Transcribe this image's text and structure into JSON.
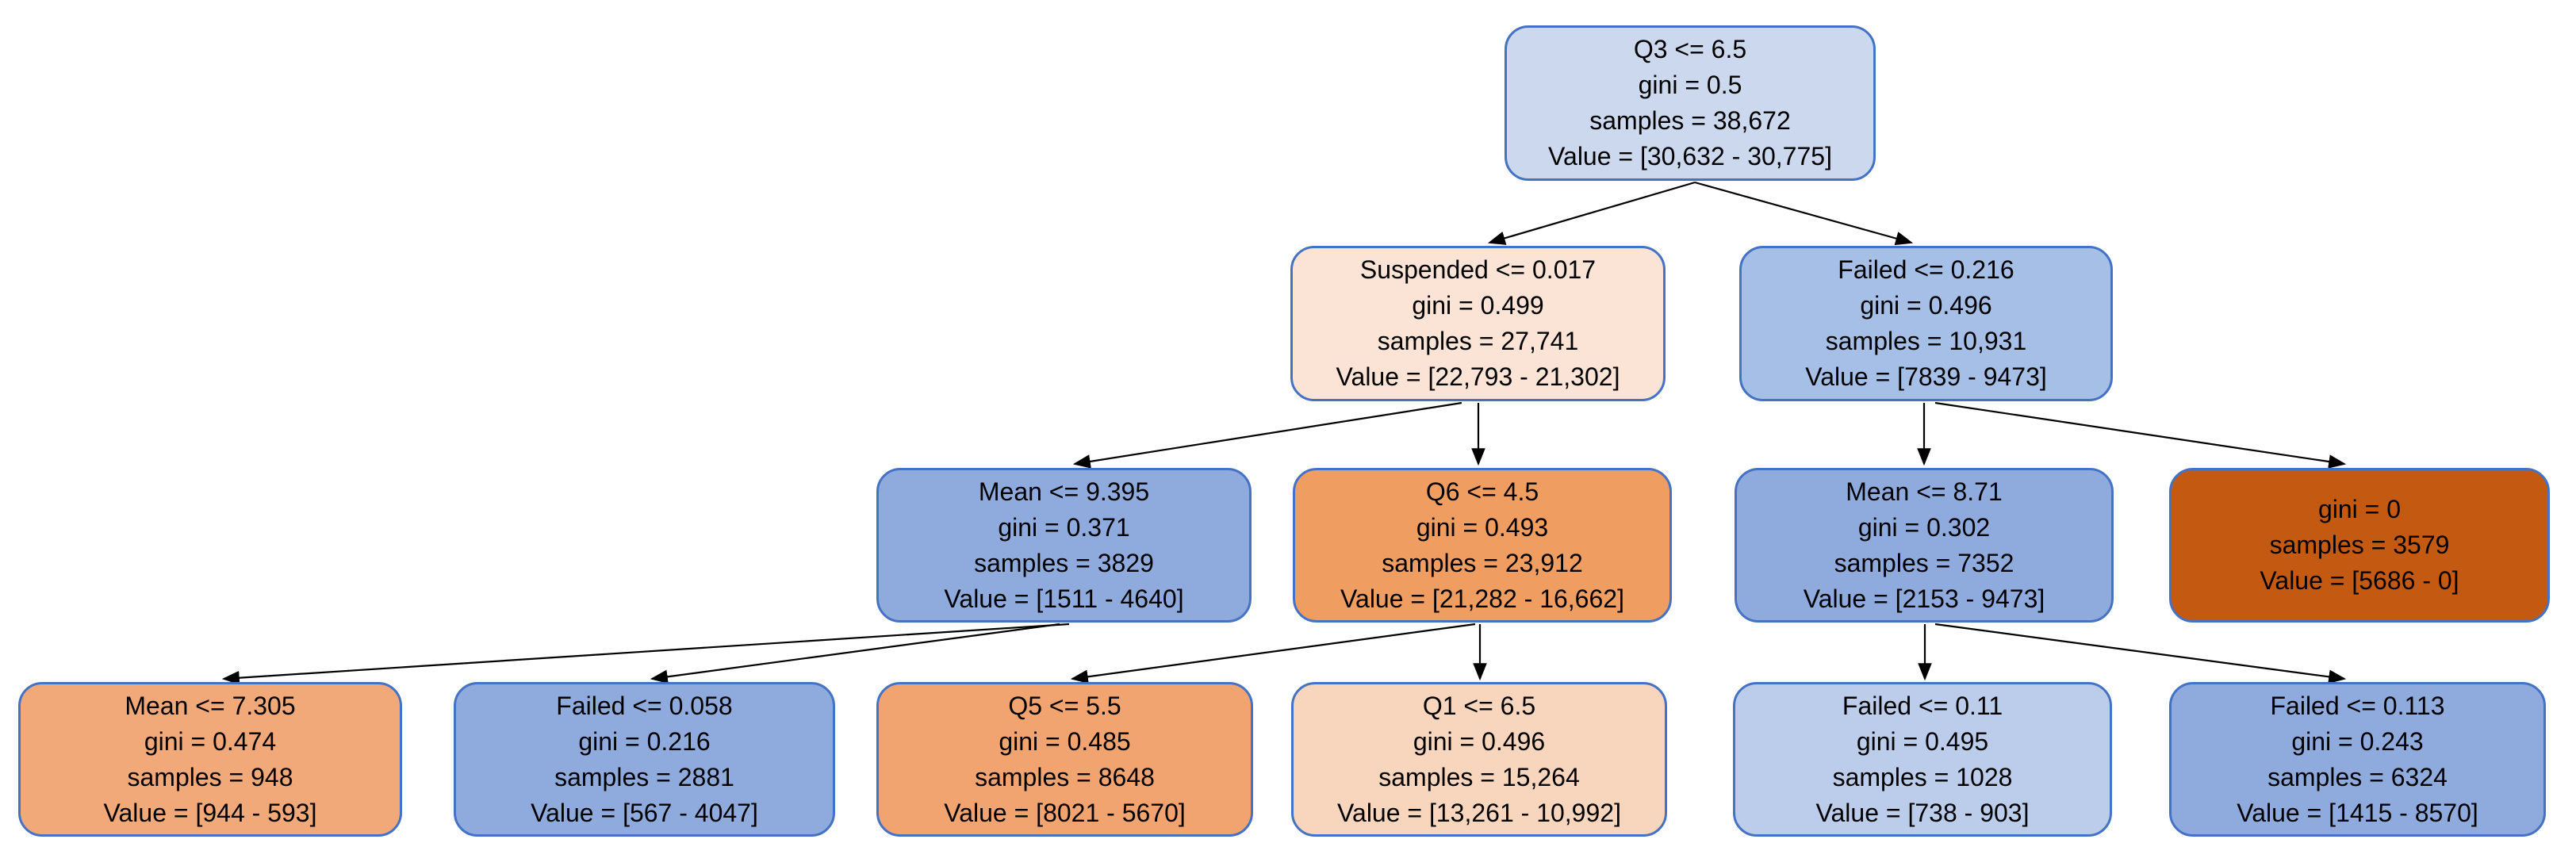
{
  "diagram": {
    "type": "decision-tree",
    "background_color": "#ffffff",
    "node_border_color": "#4472c4",
    "edge_color": "#000000",
    "nodes": [
      {
        "id": "root",
        "condition": "Q3 <= 6.5",
        "gini": "gini = 0.5",
        "samples": "samples = 38,672",
        "value": "Value = [30,632 - 30,775]",
        "fill": "#ccd8ee"
      },
      {
        "id": "suspended",
        "condition": "Suspended <= 0.017",
        "gini": "gini = 0.499",
        "samples": "samples = 27,741",
        "value": "Value = [22,793 - 21,302]",
        "fill": "#fbe3d6"
      },
      {
        "id": "failed-216",
        "condition": "Failed <= 0.216",
        "gini": "gini = 0.496",
        "samples": "samples = 10,931",
        "value": "Value = [7839 - 9473]",
        "fill": "#a6bfe6"
      },
      {
        "id": "mean-9395",
        "condition": "Mean <= 9.395",
        "gini": "gini = 0.371",
        "samples": "samples = 3829",
        "value": "Value = [1511 - 4640]",
        "fill": "#8faadc"
      },
      {
        "id": "q6",
        "condition": "Q6 <= 4.5",
        "gini": "gini = 0.493",
        "samples": "samples = 23,912",
        "value": "Value = [21,282 - 16,662]",
        "fill": "#f09d62"
      },
      {
        "id": "mean-871",
        "condition": "Mean <= 8.71",
        "gini": "gini = 0.302",
        "samples": "samples = 7352",
        "value": "Value = [2153 - 9473]",
        "fill": "#8faadc"
      },
      {
        "id": "leaf-gini0",
        "condition": "",
        "gini": "gini = 0",
        "samples": "samples = 3579",
        "value": "Value = [5686 - 0]",
        "fill": "#c45a11"
      },
      {
        "id": "mean-7305",
        "condition": "Mean <= 7.305",
        "gini": "gini = 0.474",
        "samples": "samples = 948",
        "value": "Value = [944 - 593]",
        "fill": "#f1a979"
      },
      {
        "id": "failed-058",
        "condition": "Failed <= 0.058",
        "gini": "gini = 0.216",
        "samples": "samples = 2881",
        "value": "Value = [567 - 4047]",
        "fill": "#8faadc"
      },
      {
        "id": "q5",
        "condition": "Q5 <= 5.5",
        "gini": "gini = 0.485",
        "samples": "samples = 8648",
        "value": "Value = [8021 - 5670]",
        "fill": "#f1a470"
      },
      {
        "id": "q1",
        "condition": "Q1 <= 6.5",
        "gini": "gini = 0.496",
        "samples": "samples = 15,264",
        "value": "Value = [13,261 - 10,992]",
        "fill": "#f8d6bd"
      },
      {
        "id": "failed-011",
        "condition": "Failed <= 0.11",
        "gini": "gini = 0.495",
        "samples": "samples = 1028",
        "value": "Value = [738 - 903]",
        "fill": "#bccdeb"
      },
      {
        "id": "failed-0113",
        "condition": "Failed <= 0.113",
        "gini": "gini = 0.243",
        "samples": "samples = 6324",
        "value": "Value = [1415 - 8570]",
        "fill": "#8faadc"
      }
    ],
    "edges": [
      {
        "from": "root",
        "to": "suspended"
      },
      {
        "from": "root",
        "to": "failed-216"
      },
      {
        "from": "suspended",
        "to": "mean-9395"
      },
      {
        "from": "suspended",
        "to": "q6"
      },
      {
        "from": "failed-216",
        "to": "mean-871"
      },
      {
        "from": "failed-216",
        "to": "leaf-gini0"
      },
      {
        "from": "mean-9395",
        "to": "mean-7305"
      },
      {
        "from": "mean-9395",
        "to": "failed-058"
      },
      {
        "from": "q6",
        "to": "q5"
      },
      {
        "from": "q6",
        "to": "q1"
      },
      {
        "from": "mean-871",
        "to": "failed-011"
      },
      {
        "from": "mean-871",
        "to": "failed-0113"
      }
    ]
  }
}
